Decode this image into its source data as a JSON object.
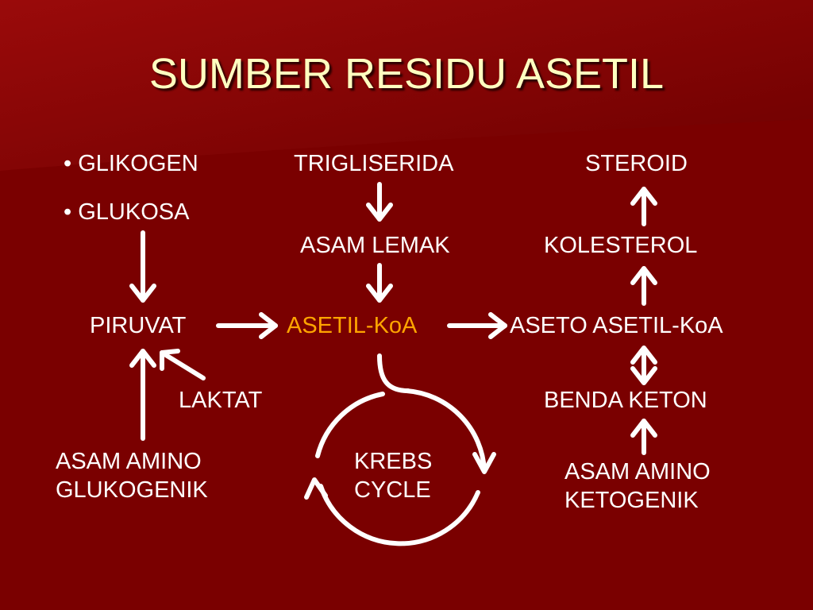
{
  "slide": {
    "title": "SUMBER RESIDU ASETIL",
    "bullets": [
      "GLIKOGEN",
      "GLUKOSA"
    ],
    "bullet_char": "•",
    "highlight_color": "#ffa500"
  },
  "nodes": {
    "trigliserida": "TRIGLISERIDA",
    "steroid": "STEROID",
    "asam_lemak": "ASAM LEMAK",
    "kolesterol": "KOLESTEROL",
    "piruvat": "PIRUVAT",
    "asetil_koa": "ASETIL-KoA",
    "aseto_asetil_koa": "ASETO ASETIL-KoA",
    "laktat": "LAKTAT",
    "benda_keton": "BENDA KETON",
    "asam_amino_glukogenik_1": "ASAM AMINO",
    "asam_amino_glukogenik_2": "GLUKOGENIK",
    "krebs_1": "KREBS",
    "krebs_2": "CYCLE",
    "asam_amino_ketogenik_1": "ASAM AMINO",
    "asam_amino_ketogenik_2": "KETOGENIK"
  }
}
